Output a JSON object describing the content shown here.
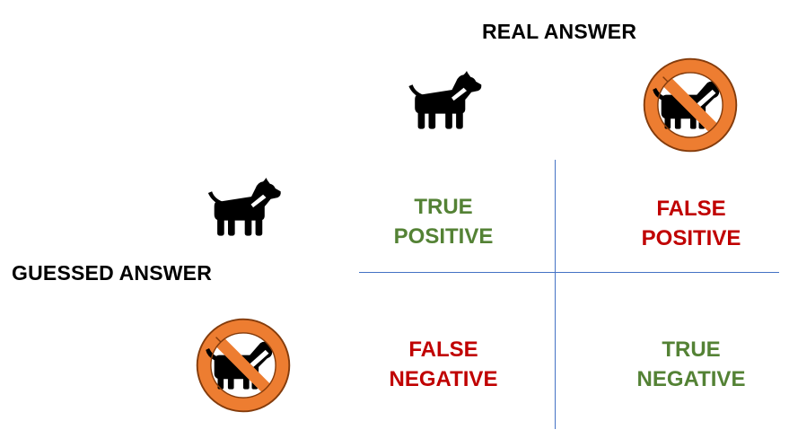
{
  "headings": {
    "real": "REAL ANSWER",
    "guessed": "GUESSED ANSWER"
  },
  "icons": {
    "dog": "dog-icon",
    "no_dog": "no-dog-icon"
  },
  "cells": {
    "true_positive": {
      "line1": "TRUE",
      "line2": "POSITIVE",
      "color": "#548235"
    },
    "false_positive": {
      "line1": "FALSE",
      "line2": "POSITIVE",
      "color": "#c00000"
    },
    "false_negative": {
      "line1": "FALSE",
      "line2": "NEGATIVE",
      "color": "#c00000"
    },
    "true_negative": {
      "line1": "TRUE",
      "line2": "NEGATIVE",
      "color": "#548235"
    }
  },
  "colors": {
    "grid": "#4472c4",
    "prohibition": "#ed7d31",
    "prohibition_outline": "#843c0c"
  }
}
